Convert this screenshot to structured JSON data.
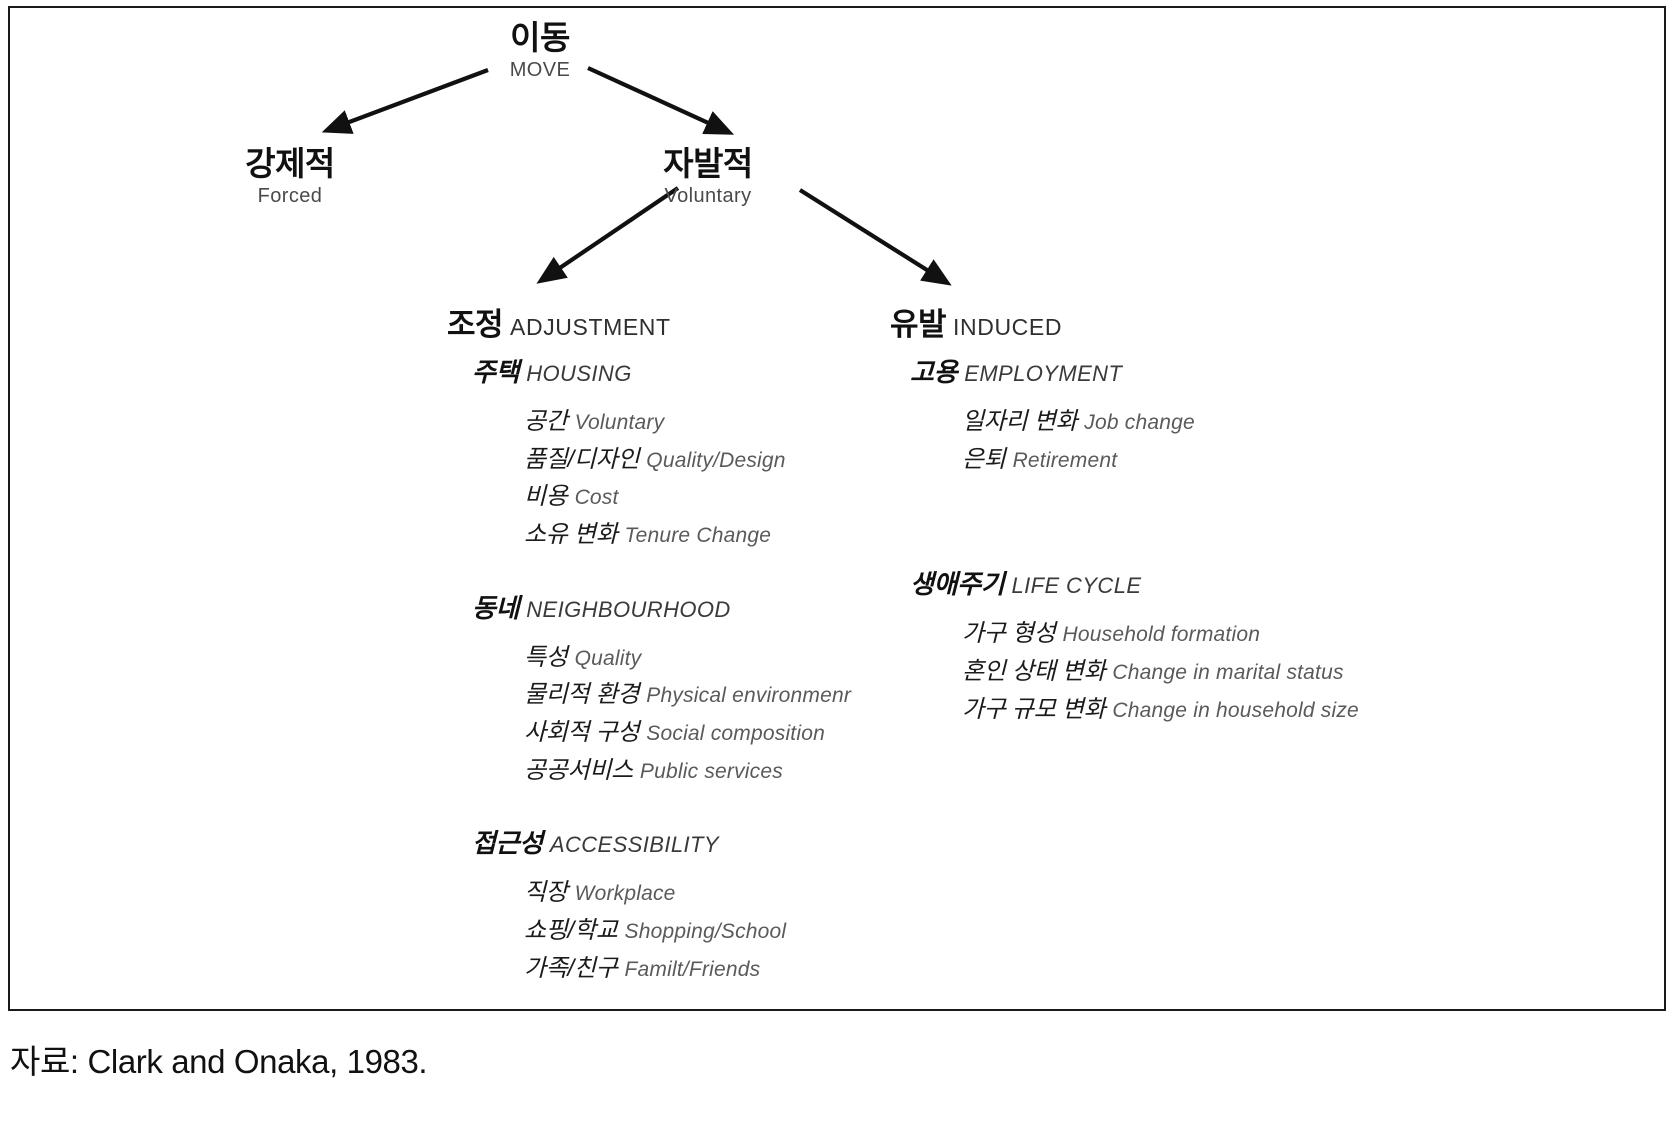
{
  "figure": {
    "root": {
      "ko": "이동",
      "en": "MOVE"
    },
    "branches": [
      {
        "ko": "강제적",
        "en": "Forced"
      },
      {
        "ko": "자발적",
        "en": "Voluntary"
      }
    ],
    "categories": [
      {
        "ko": "조정",
        "en": "ADJUSTMENT"
      },
      {
        "ko": "유발",
        "en": "INDUCED"
      }
    ],
    "left_column": [
      {
        "head_ko": "주택",
        "head_en": "HOUSING",
        "items": [
          {
            "ko": "공간",
            "en": "Voluntary"
          },
          {
            "ko": "품질/디자인",
            "en": "Quality/Design"
          },
          {
            "ko": "비용",
            "en": "Cost"
          },
          {
            "ko": "소유 변화",
            "en": "Tenure Change"
          }
        ]
      },
      {
        "head_ko": "동네",
        "head_en": "NEIGHBOURHOOD",
        "items": [
          {
            "ko": "특성",
            "en": "Quality"
          },
          {
            "ko": "물리적 환경",
            "en": "Physical environmenr"
          },
          {
            "ko": "사회적 구성",
            "en": "Social composition"
          },
          {
            "ko": "공공서비스",
            "en": "Public services"
          }
        ]
      },
      {
        "head_ko": "접근성",
        "head_en": "ACCESSIBILITY",
        "items": [
          {
            "ko": "직장",
            "en": "Workplace"
          },
          {
            "ko": "쇼핑/학교",
            "en": "Shopping/School"
          },
          {
            "ko": "가족/친구",
            "en": "Familt/Friends"
          }
        ]
      }
    ],
    "right_column": [
      {
        "head_ko": "고용",
        "head_en": "EMPLOYMENT",
        "items": [
          {
            "ko": "일자리 변화",
            "en": "Job change"
          },
          {
            "ko": "은퇴",
            "en": "Retirement"
          }
        ]
      },
      {
        "head_ko": "생애주기",
        "head_en": "LIFE CYCLE",
        "items": [
          {
            "ko": "가구 형성",
            "en": "Household formation"
          },
          {
            "ko": "혼인 상태 변화",
            "en": "Change in marital status"
          },
          {
            "ko": "가구 규모 변화",
            "en": "Change in household size"
          }
        ]
      }
    ],
    "source": "자료: Clark and Onaka, 1983.",
    "colors": {
      "line": "#111111",
      "text_primary": "#111111",
      "text_secondary": "#5a5a5a",
      "frame": "#1a1a1a",
      "background": "#ffffff"
    }
  }
}
